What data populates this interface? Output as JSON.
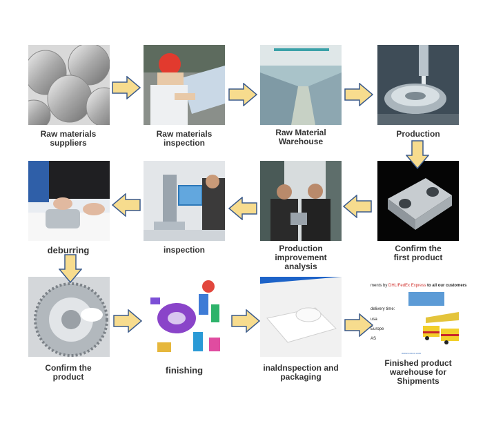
{
  "steps": [
    {
      "id": 1,
      "label": "Raw materials suppliers",
      "line1": "Raw materials",
      "line2": "suppliers"
    },
    {
      "id": 2,
      "label": "Raw materials inspection",
      "line1": "Raw materials",
      "line2": "inspection"
    },
    {
      "id": 3,
      "label": "Raw Material Warehouse",
      "line1": "Raw Material",
      "line2": "Warehouse"
    },
    {
      "id": 4,
      "label": "Production",
      "line1": "Production",
      "line2": ""
    },
    {
      "id": 5,
      "label": "Confirm the first product",
      "line1": "Confirm the",
      "line2": "first product"
    },
    {
      "id": 6,
      "label": "Production improvement analysis",
      "line1": "Production",
      "line2": "improvement",
      "line3": "analysis"
    },
    {
      "id": 7,
      "label": "inspection",
      "line1": "inspection",
      "line2": ""
    },
    {
      "id": 8,
      "label": "deburring",
      "line1": "deburring",
      "line2": ""
    },
    {
      "id": 9,
      "label": "Confirm the product",
      "line1": "Confirm the",
      "line2": "product"
    },
    {
      "id": 10,
      "label": "finishing",
      "line1": "finishing",
      "line2": ""
    },
    {
      "id": 11,
      "label": "inaldnspection and packaging",
      "line1": "inaldnspection and",
      "line2": "packaging"
    },
    {
      "id": 12,
      "label": "Finished product warehouse for Shipments",
      "line1": "Finished product",
      "line2": "warehouse for",
      "line3": "Shipments"
    }
  ],
  "shipping_card": {
    "headline_prefix": "ments by ",
    "headline_carriers": "DHL/FedEx Express",
    "headline_suffix": " to all our customers",
    "delivery_label": "delivery time:",
    "row1": "usa",
    "row2": "Europe",
    "row3": "AS",
    "footer": "www.xxxxx.com"
  },
  "colors": {
    "arrow_fill": "#f7dc8e",
    "arrow_stroke": "#3a5a8c",
    "caption_text": "#333333"
  }
}
